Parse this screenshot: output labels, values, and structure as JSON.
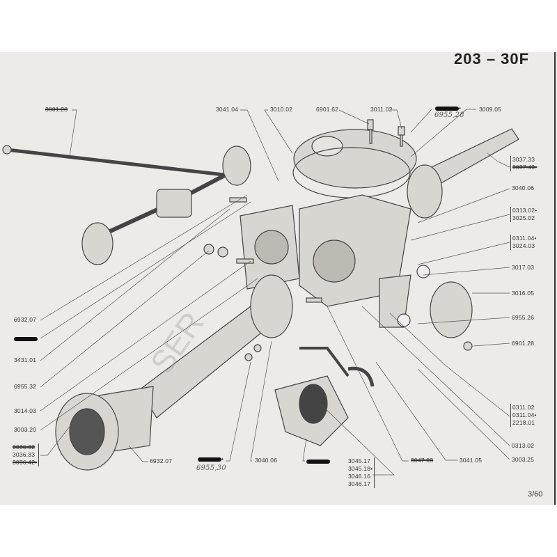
{
  "header": {
    "title": "203 – 30F",
    "page_number": "3/60"
  },
  "labels": {
    "l3001_28": "3001.28",
    "l3041_04": "3041.04",
    "l3010_02": "3010.02",
    "l6901_62": "6901.62",
    "l3011_02": "3011.02",
    "l6955_28": "6955,28",
    "l3009_05": "3009.05",
    "l3037_33": "3037.33",
    "l3037_43": "3037.43•",
    "l3040_06a": "3040.06",
    "l0313_02s": "0313.02•",
    "l3025_02": "3025.02",
    "l0311_04s": "0311.04•",
    "l3024_03": "3024.03",
    "l3017_03": "3017.03",
    "l3016_05": "3016.05",
    "l6955_26": "6955.26",
    "l6901_28": "6901.28",
    "l0311_02": "0311.02",
    "l0311_04b": "0311.04•",
    "l2218_01": "2218.01",
    "l0313_02": "0313.02",
    "l3003_25": "3003.25",
    "l3041_05": "3041.05",
    "l3047_03": "3047.03",
    "l3045_17": "3045.17",
    "l3045_18": "3045.18•",
    "l3046_16": "3046.16",
    "l3046_17": "3046.17",
    "l3040_06b": "3040.06",
    "l6955_30": "6955,30",
    "l6932_07b": "6932.07",
    "l3036_32": "3036.32",
    "l3036_33": "3036.33",
    "l3036_42": "3036.42•",
    "l6932_07a": "6932.07",
    "l3431_01": "3431.01",
    "l6955_32": "6955.32",
    "l3014_03": "3014.03",
    "l3003_20": "3003.20"
  }
}
